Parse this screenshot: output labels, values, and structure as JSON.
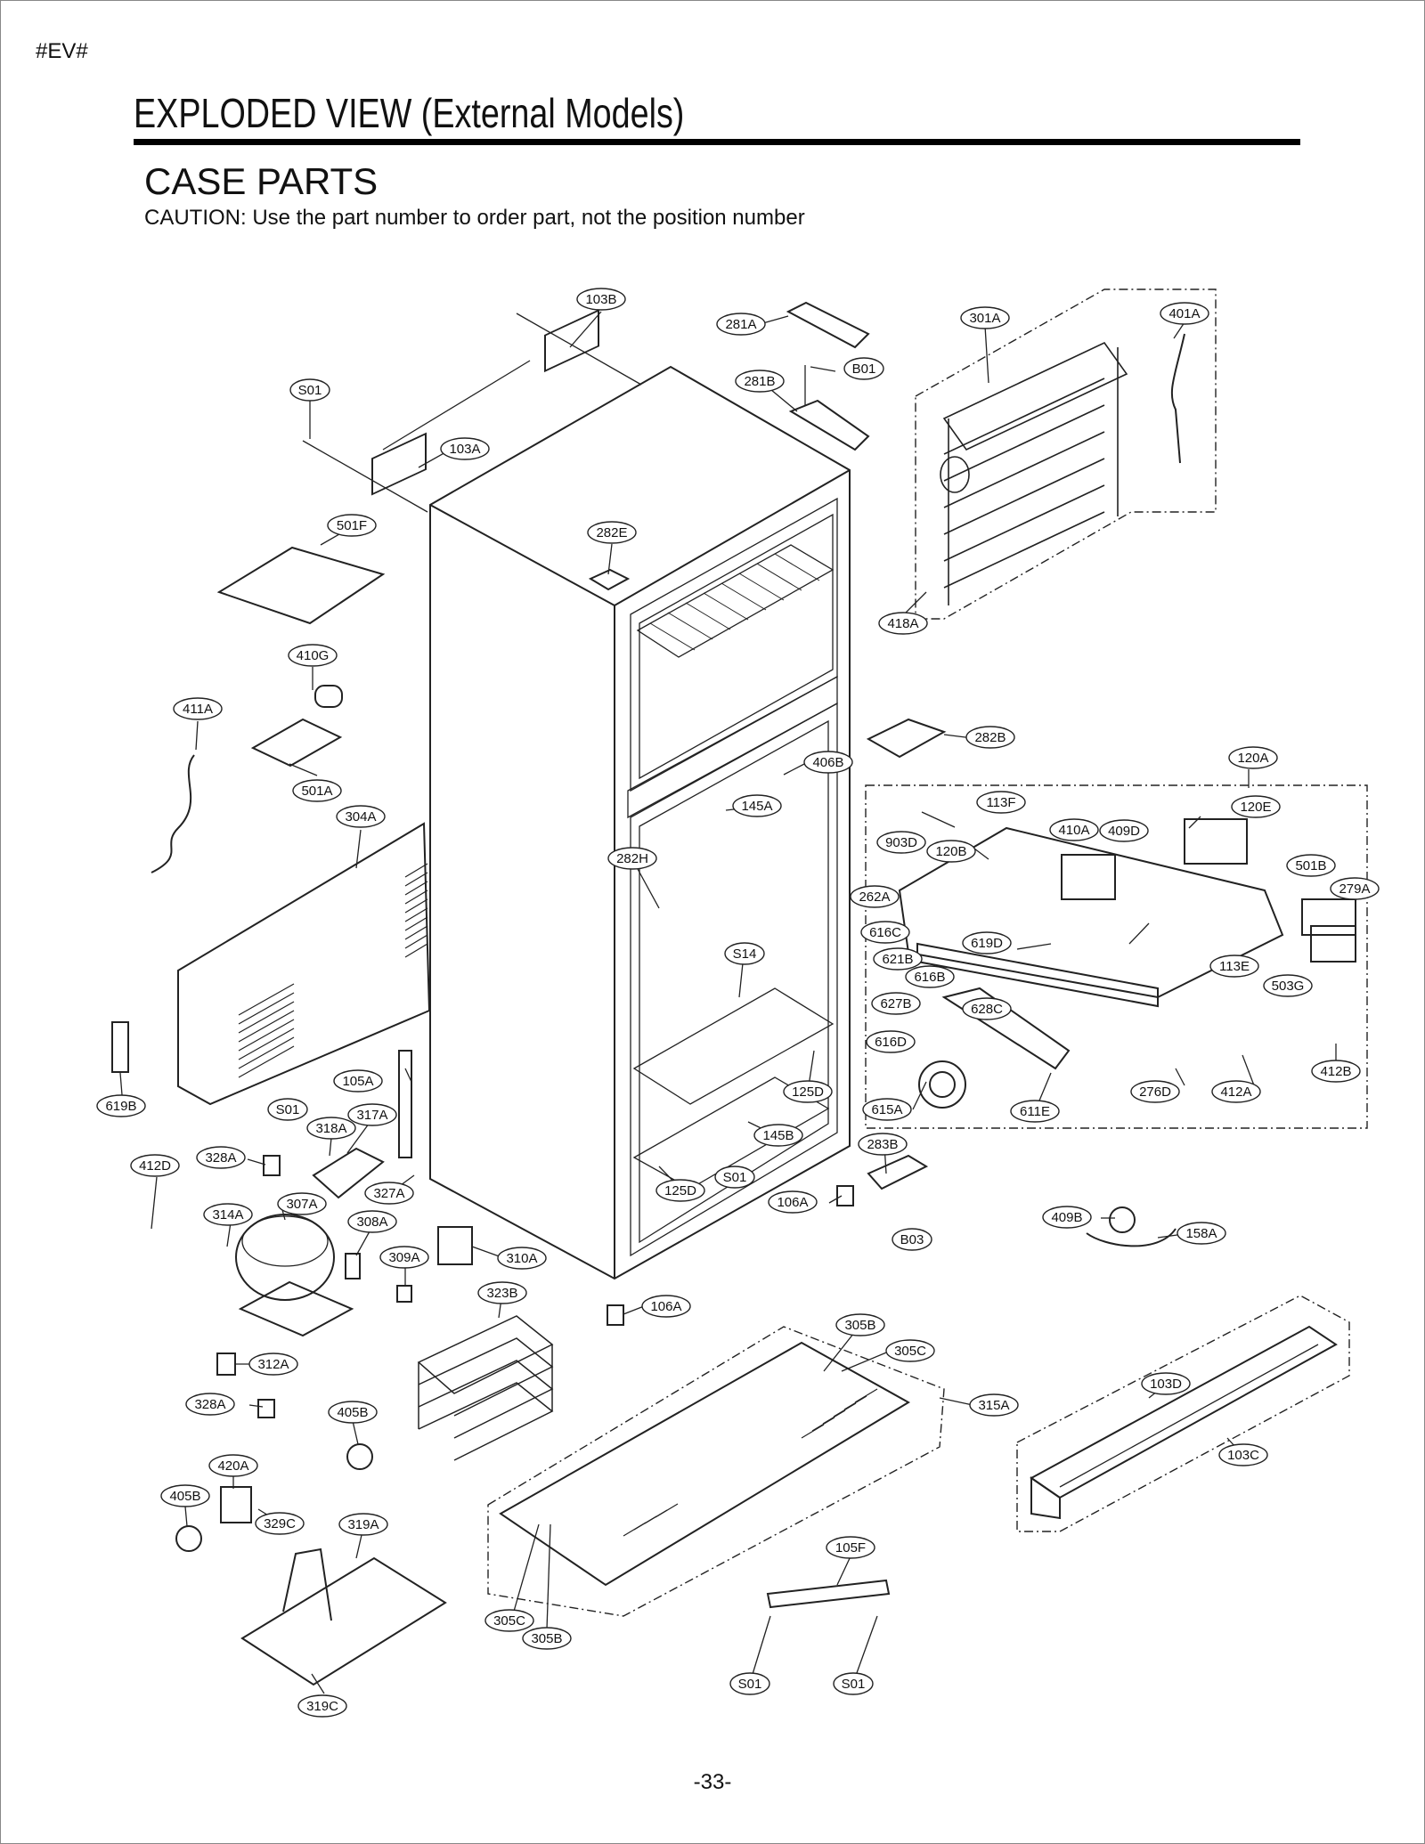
{
  "page": {
    "tag": "#EV#",
    "title": "EXPLODED VIEW  (External Models)",
    "section": "CASE PARTS",
    "caution": "CAUTION: Use the part number to order part, not the position number",
    "page_number": "-33-"
  },
  "callouts": [
    {
      "id": "103B"
    },
    {
      "id": "281A"
    },
    {
      "id": "301A"
    },
    {
      "id": "401A"
    },
    {
      "id": "B01"
    },
    {
      "id": "281B"
    },
    {
      "id": "S01"
    },
    {
      "id": "103A"
    },
    {
      "id": "501F"
    },
    {
      "id": "282E"
    },
    {
      "id": "418A"
    },
    {
      "id": "410G"
    },
    {
      "id": "411A"
    },
    {
      "id": "282B"
    },
    {
      "id": "501A"
    },
    {
      "id": "406B"
    },
    {
      "id": "120A"
    },
    {
      "id": "304A"
    },
    {
      "id": "145A"
    },
    {
      "id": "113F"
    },
    {
      "id": "120E"
    },
    {
      "id": "903D"
    },
    {
      "id": "410A"
    },
    {
      "id": "409D"
    },
    {
      "id": "282H"
    },
    {
      "id": "120B"
    },
    {
      "id": "501B"
    },
    {
      "id": "279A"
    },
    {
      "id": "262A"
    },
    {
      "id": "616C"
    },
    {
      "id": "619D"
    },
    {
      "id": "S14"
    },
    {
      "id": "621B"
    },
    {
      "id": "616B"
    },
    {
      "id": "113E"
    },
    {
      "id": "503G"
    },
    {
      "id": "627B"
    },
    {
      "id": "628C"
    },
    {
      "id": "616D"
    },
    {
      "id": "412B"
    },
    {
      "id": "105A"
    },
    {
      "id": "125D"
    },
    {
      "id": "276D"
    },
    {
      "id": "412A"
    },
    {
      "id": "619B"
    },
    {
      "id": "S01"
    },
    {
      "id": "317A"
    },
    {
      "id": "615A"
    },
    {
      "id": "611E"
    },
    {
      "id": "318A"
    },
    {
      "id": "145B"
    },
    {
      "id": "283B"
    },
    {
      "id": "412D"
    },
    {
      "id": "328A"
    },
    {
      "id": "S01"
    },
    {
      "id": "327A"
    },
    {
      "id": "125D"
    },
    {
      "id": "106A"
    },
    {
      "id": "314A"
    },
    {
      "id": "307A"
    },
    {
      "id": "409B"
    },
    {
      "id": "158A"
    },
    {
      "id": "308A"
    },
    {
      "id": "B03"
    },
    {
      "id": "309A"
    },
    {
      "id": "310A"
    },
    {
      "id": "323B"
    },
    {
      "id": "106A"
    },
    {
      "id": "305B"
    },
    {
      "id": "305C"
    },
    {
      "id": "312A"
    },
    {
      "id": "103D"
    },
    {
      "id": "328A"
    },
    {
      "id": "315A"
    },
    {
      "id": "405B"
    },
    {
      "id": "103C"
    },
    {
      "id": "420A"
    },
    {
      "id": "405B"
    },
    {
      "id": "329C"
    },
    {
      "id": "319A"
    },
    {
      "id": "105F"
    },
    {
      "id": "305C"
    },
    {
      "id": "305B"
    },
    {
      "id": "S01"
    },
    {
      "id": "S01"
    },
    {
      "id": "319C"
    }
  ],
  "icons": {
    "diagram": "refrigerator-exploded-view"
  }
}
